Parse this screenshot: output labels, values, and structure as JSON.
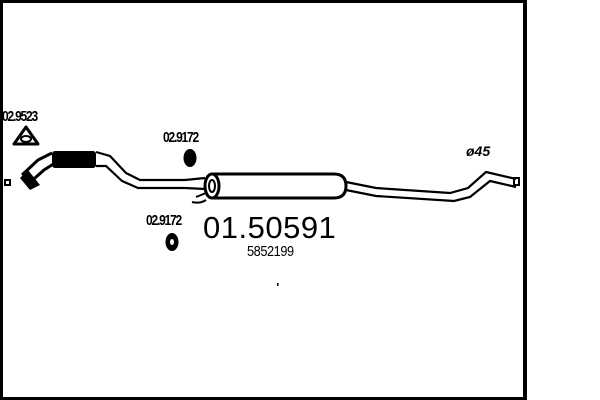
{
  "diagram": {
    "type": "exhaust-system-part-drawing",
    "part_number": "01.50591",
    "oem_number": "5852199",
    "diameter_label": "ø45",
    "accessories": [
      {
        "ref": "02.9523",
        "kind": "gasket-triangular"
      },
      {
        "ref": "02.9172",
        "kind": "rubber-hanger-upper"
      },
      {
        "ref": "02.9172",
        "kind": "rubber-hanger-lower"
      }
    ]
  }
}
